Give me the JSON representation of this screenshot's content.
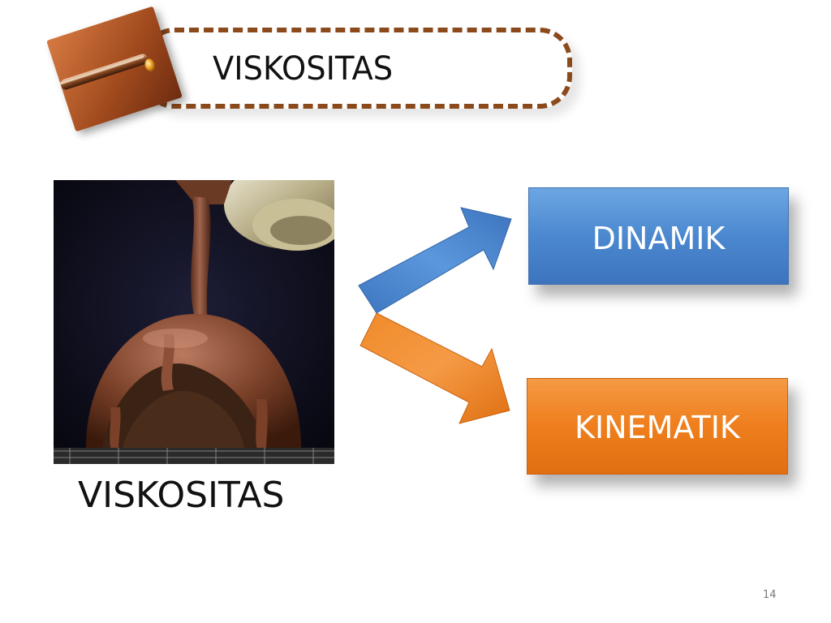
{
  "slide": {
    "title": "VISKOSITAS",
    "image_caption": "VISKOSITAS",
    "branches": {
      "upper": {
        "label": "DINAMIK",
        "color": "#4b88cf"
      },
      "lower": {
        "label": "KINEMATIK",
        "color": "#ef7e1c"
      }
    },
    "number": "14",
    "accent_color": "#8b4a1c"
  }
}
